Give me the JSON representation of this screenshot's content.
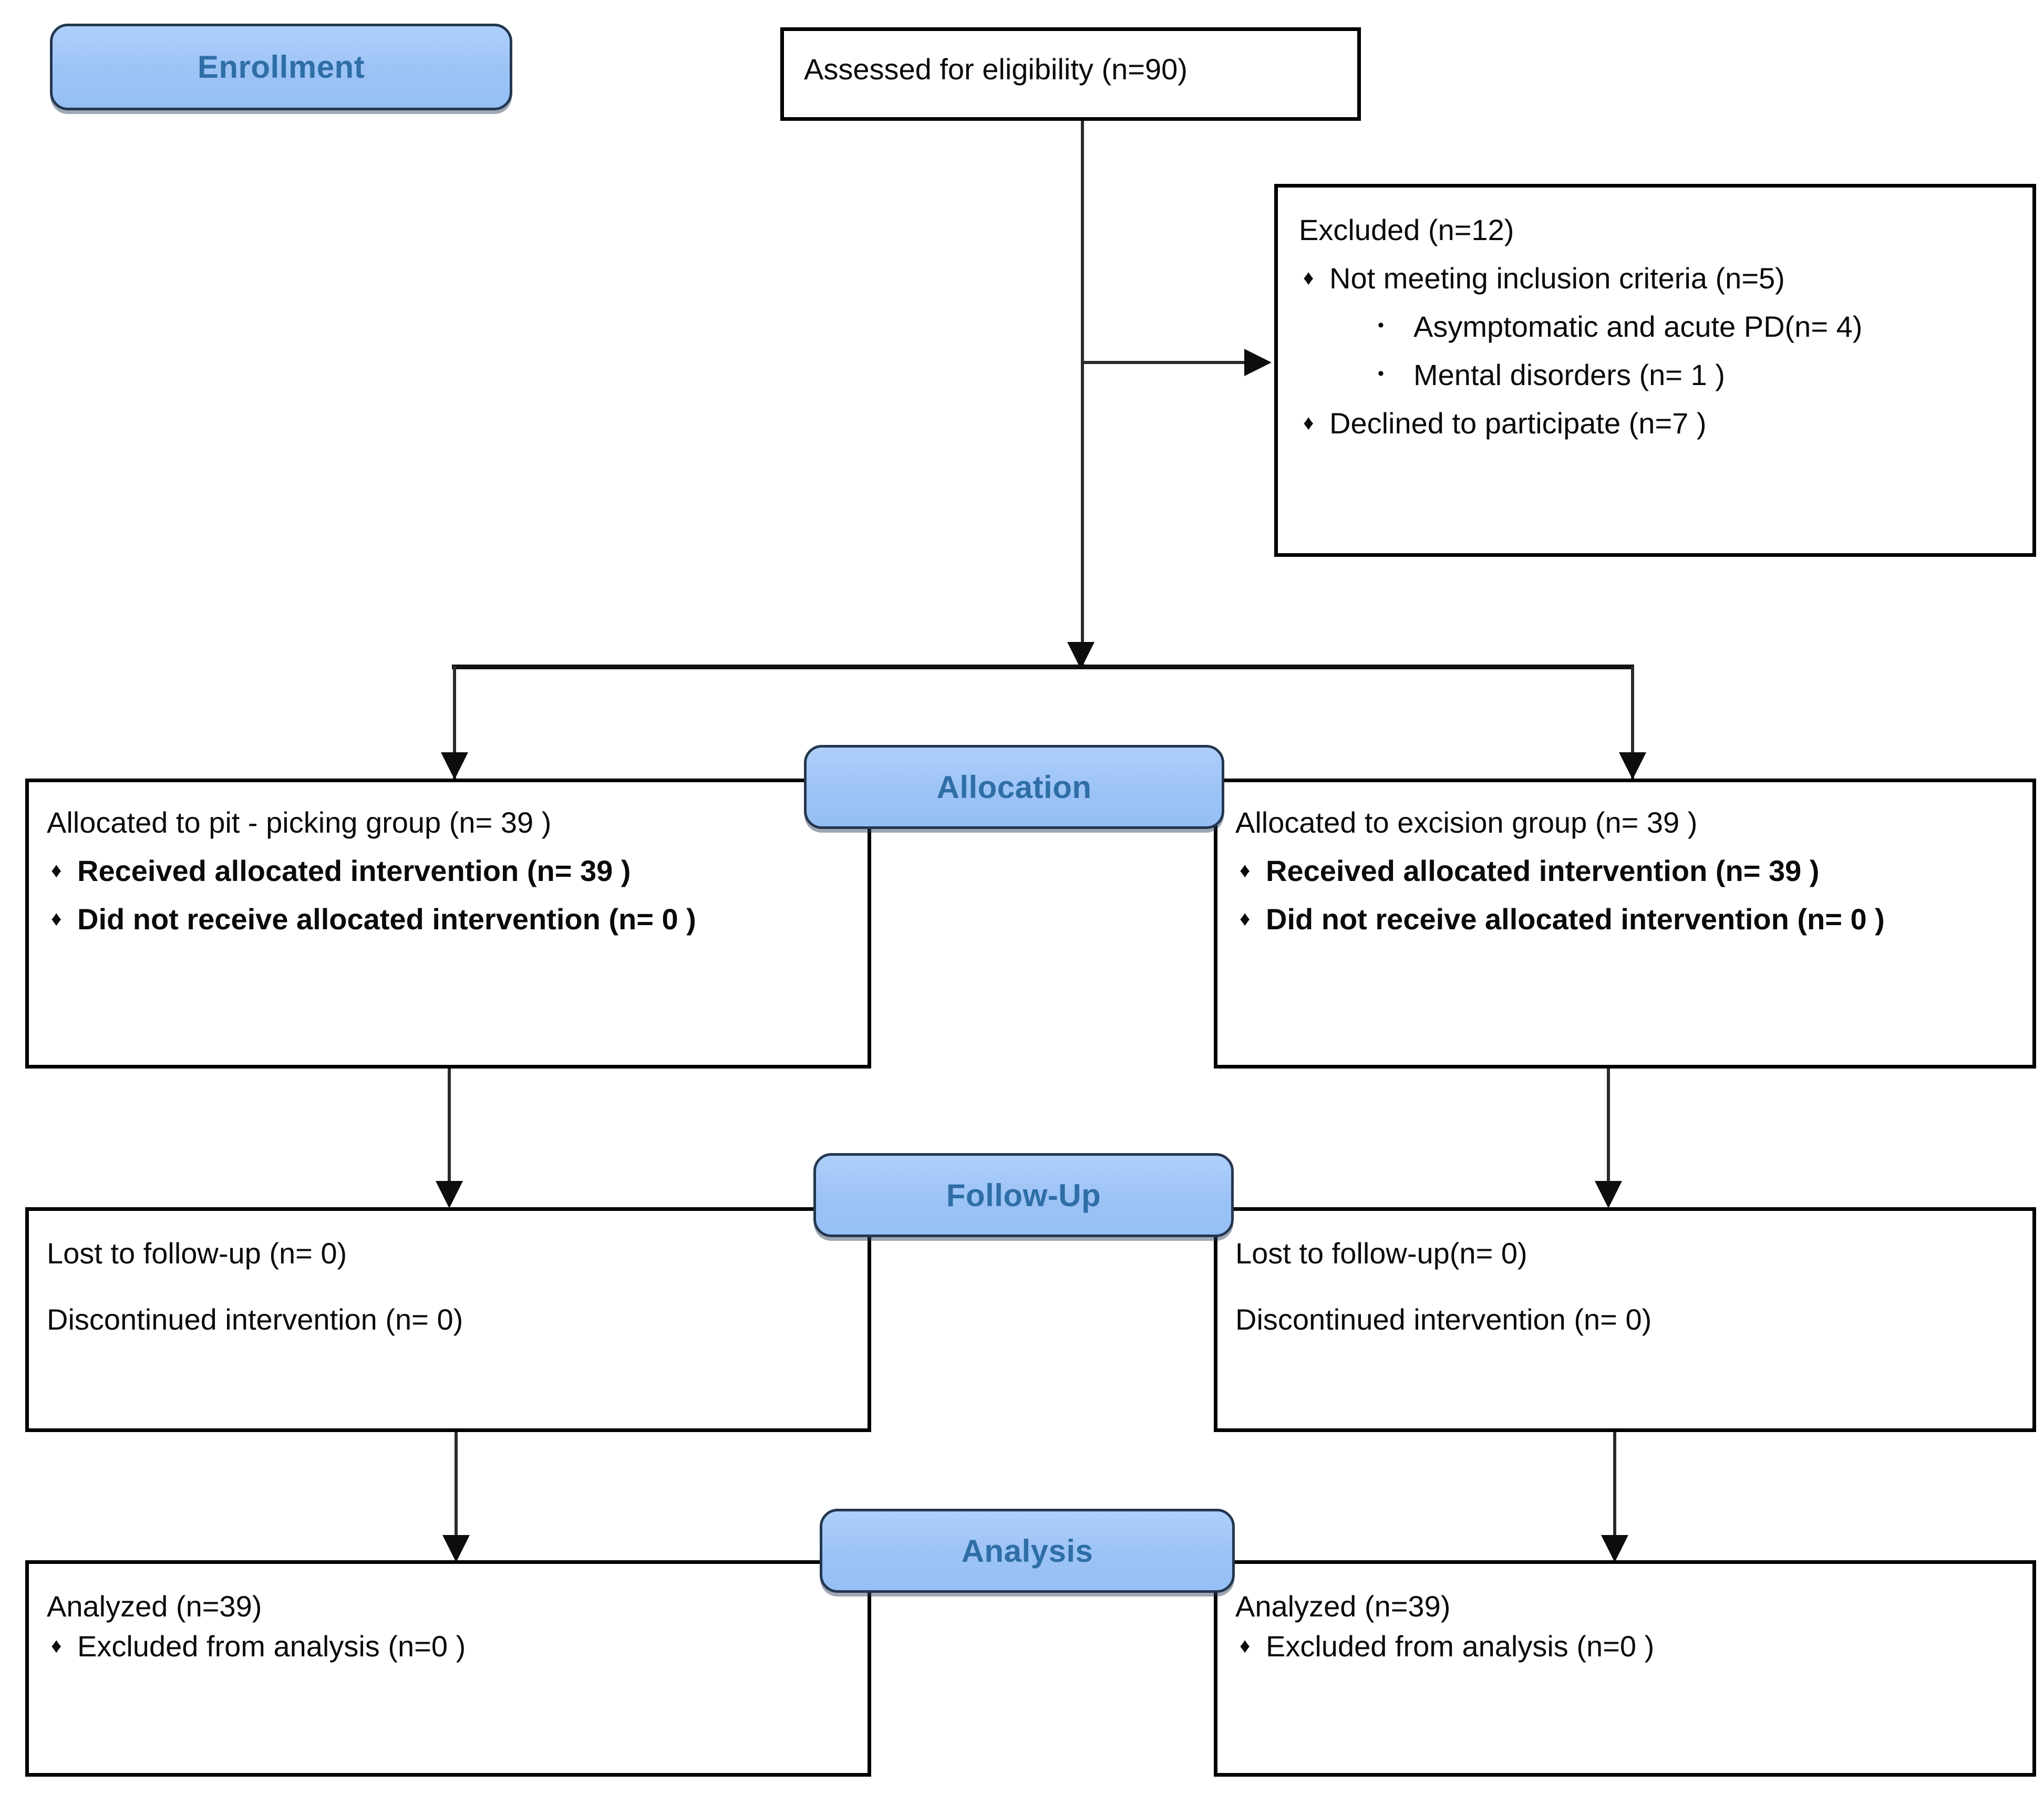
{
  "diagram": {
    "type": "consort-flow-diagram",
    "stages": [
      {
        "key": "enrollment",
        "label": "Enrollment"
      },
      {
        "key": "allocation",
        "label": "Allocation"
      },
      {
        "key": "followup",
        "label": "Follow-Up"
      },
      {
        "key": "analysis",
        "label": "Analysis"
      }
    ],
    "accent_fill": "#9cc3f6",
    "accent_border": "#24374f",
    "accent_text": "#2f6ea6",
    "box_border": "#000000",
    "connector_color": "#2b2b2b"
  },
  "enrollment": {
    "stage_label": "Enrollment",
    "assessed": {
      "title": "Assessed for eligibility (n=90)"
    },
    "excluded": {
      "title": "Excluded (n=12)",
      "items": [
        {
          "bullet": "♦",
          "text": "Not meeting inclusion criteria (n=5)",
          "subitems": [
            {
              "bullet": "•",
              "text": "Asymptomatic and acute PD(n= 4)"
            },
            {
              "bullet": "•",
              "text": "Mental disorders (n= 1 )"
            }
          ]
        },
        {
          "bullet": "♦",
          "text": "Declined to participate (n=7  )",
          "subitems": []
        }
      ]
    }
  },
  "allocation": {
    "stage_label": "Allocation",
    "left": {
      "title": "Allocated to pit - picking group (n= 39 )",
      "items": [
        {
          "bullet": "♦",
          "text": "Received allocated intervention (n= 39 )"
        },
        {
          "bullet": "♦",
          "text": "Did not receive allocated intervention (n= 0 )"
        }
      ]
    },
    "right": {
      "title": "Allocated to excision group (n= 39 )",
      "items": [
        {
          "bullet": "♦",
          "text": "Received allocated intervention (n= 39 )"
        },
        {
          "bullet": "♦",
          "text": "Did not receive allocated intervention (n= 0 )"
        }
      ]
    }
  },
  "followup": {
    "stage_label": "Follow-Up",
    "left": {
      "line1": "Lost to follow-up (n= 0)",
      "line2": "Discontinued intervention (n= 0)"
    },
    "right": {
      "line1": "Lost to follow-up(n= 0)",
      "line2": "Discontinued intervention (n= 0)"
    }
  },
  "analysis": {
    "stage_label": "Analysis",
    "left": {
      "title": "Analyzed (n=39)",
      "items": [
        {
          "bullet": "♦",
          "text": "Excluded from analysis (n=0 )"
        }
      ]
    },
    "right": {
      "title": "Analyzed (n=39)",
      "items": [
        {
          "bullet": "♦",
          "text": "Excluded from analysis (n=0 )"
        }
      ]
    }
  }
}
